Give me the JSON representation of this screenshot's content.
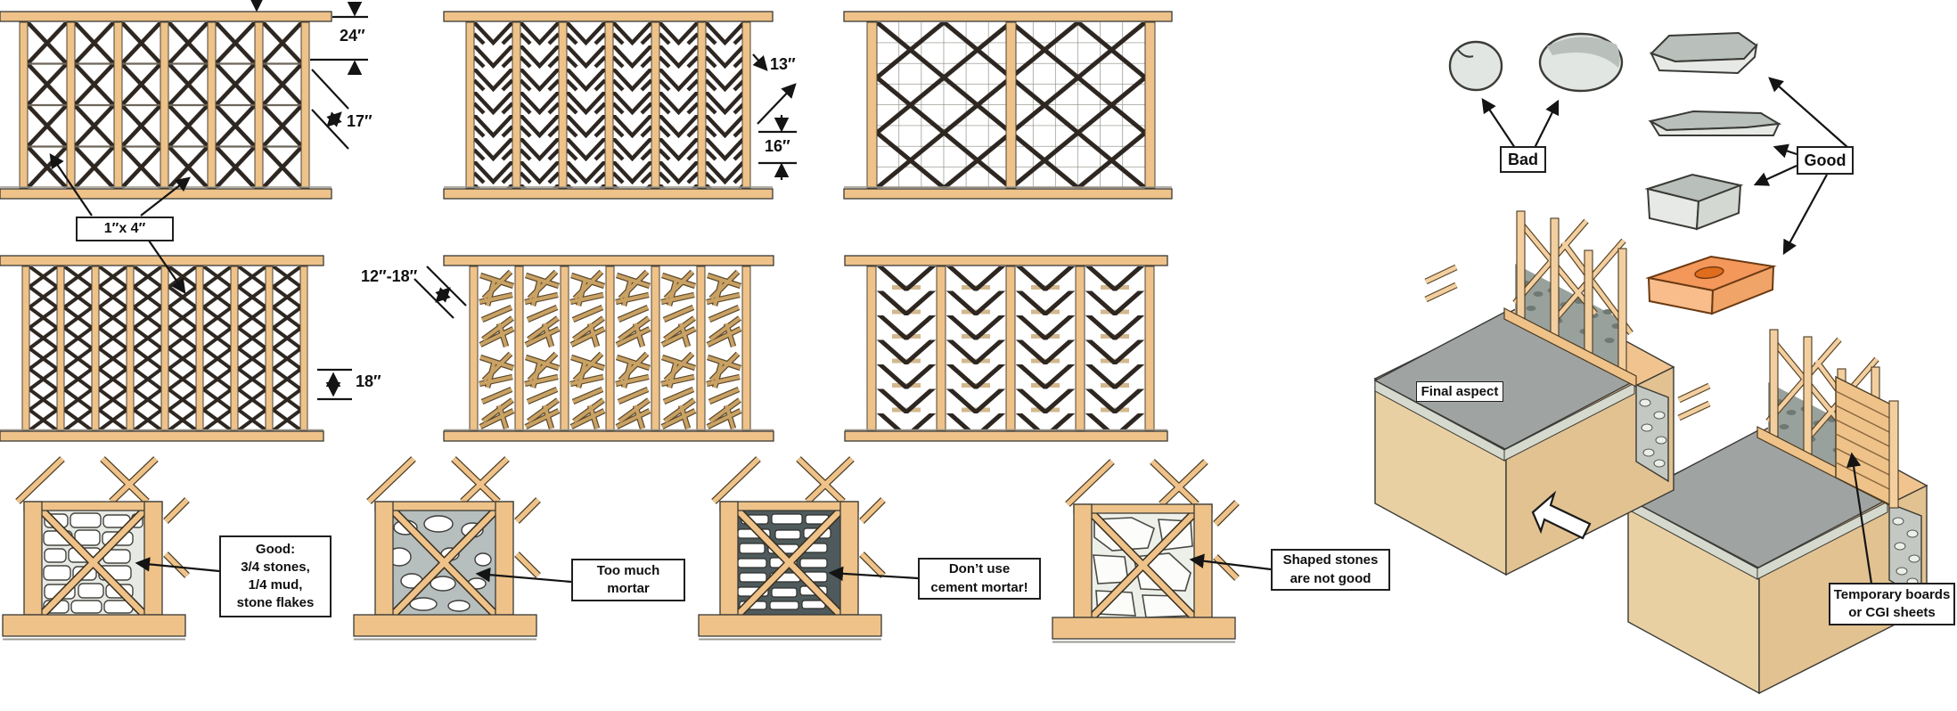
{
  "title_hint": "Timber-frame wall bracing patterns and stone infill construction diagram",
  "dimensions": {
    "d24": "24″",
    "d17": "17″",
    "d13": "13″",
    "d16": "16″",
    "d12_18": "12″-18″",
    "d18": "18″",
    "lumber": "1″x 4″"
  },
  "stone_quality": {
    "bad": "Bad",
    "good": "Good"
  },
  "infill_labels": {
    "good_mix": [
      "Good:",
      "3/4 stones,",
      "1/4 mud,",
      "stone flakes"
    ],
    "too_much_mortar": [
      "Too much",
      "mortar"
    ],
    "cement_mortar": [
      "Don’t use",
      "cement mortar!"
    ],
    "shaped_stones": [
      "Shaped stones",
      "are not good"
    ]
  },
  "construction": {
    "final_aspect": "Final aspect",
    "temporary_boards": [
      "Temporary boards",
      "or CGI sheets"
    ]
  },
  "colors": {
    "wood": "#eec289",
    "woodLight": "#f3cfa0",
    "strip": "#2e2721",
    "outline": "#3a3a36",
    "mortarLight": "#b6bebe",
    "mortarDark": "#4e5a5c",
    "slab": "#9fa3a2",
    "band": "#d6d9cd",
    "soil": "#f1c48f",
    "soilFront": "#e9d0a3",
    "soilSide": "#e2c291",
    "stoneTop": "#b9c0bb",
    "stoneFront": "#e6e9e5",
    "orangeTop": "#f3975a",
    "orangeFront": "#f8bd8a",
    "orangeSide": "#f0a468",
    "orangeHole": "#df6d1d",
    "infillA": "#e7eae4",
    "infillD": "#edefe9",
    "patch": "#c3c9c2",
    "wallInfill": "#99a19c",
    "stickTan": "#c9a264",
    "stickEdge": "#5e4a2c"
  }
}
